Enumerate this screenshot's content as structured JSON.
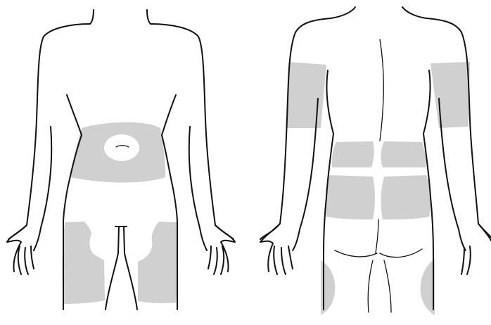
{
  "colors": {
    "background": "#ffffff",
    "outline": "#111111",
    "injection_zone": "#d0d0d0",
    "navel_clear": "#ffffff"
  },
  "figures": [
    {
      "view": "front",
      "zones": [
        "abdomen",
        "left-thigh",
        "right-thigh"
      ]
    },
    {
      "view": "back",
      "zones": [
        "left-upper-arm",
        "right-upper-arm",
        "upper-buttocks-left",
        "upper-buttocks-right",
        "lower-buttocks-left",
        "lower-buttocks-right",
        "left-back-thigh",
        "right-back-thigh"
      ]
    }
  ]
}
